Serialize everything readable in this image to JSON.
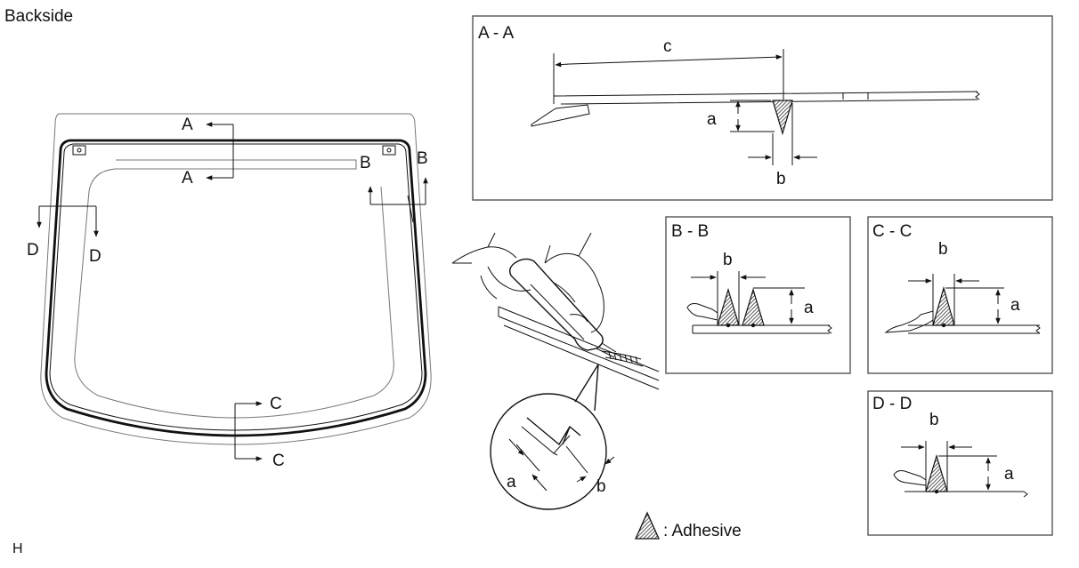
{
  "page": {
    "title": "Backside",
    "footer_code": "H"
  },
  "windshield": {
    "section_labels": {
      "a_top": "A",
      "a_bottom": "A",
      "b_inner": "B",
      "b_outer": "B",
      "c_top": "C",
      "c_bottom": "C",
      "d_outer": "D",
      "d_inner": "D"
    }
  },
  "sections": {
    "aa": {
      "title": "A - A",
      "dim_c": "c",
      "dim_a": "a",
      "dim_b": "b"
    },
    "bb": {
      "title": "B - B",
      "dim_b": "b",
      "dim_a": "a"
    },
    "cc": {
      "title": "C - C",
      "dim_b": "b",
      "dim_a": "a"
    },
    "dd": {
      "title": "D - D",
      "dim_b": "b",
      "dim_a": "a"
    }
  },
  "application": {
    "dim_a": "a",
    "dim_b": "b"
  },
  "legend": {
    "label": ": Adhesive"
  },
  "colors": {
    "line": "#111111",
    "frame": "#555555",
    "adhesive_hatch": "#333333"
  }
}
